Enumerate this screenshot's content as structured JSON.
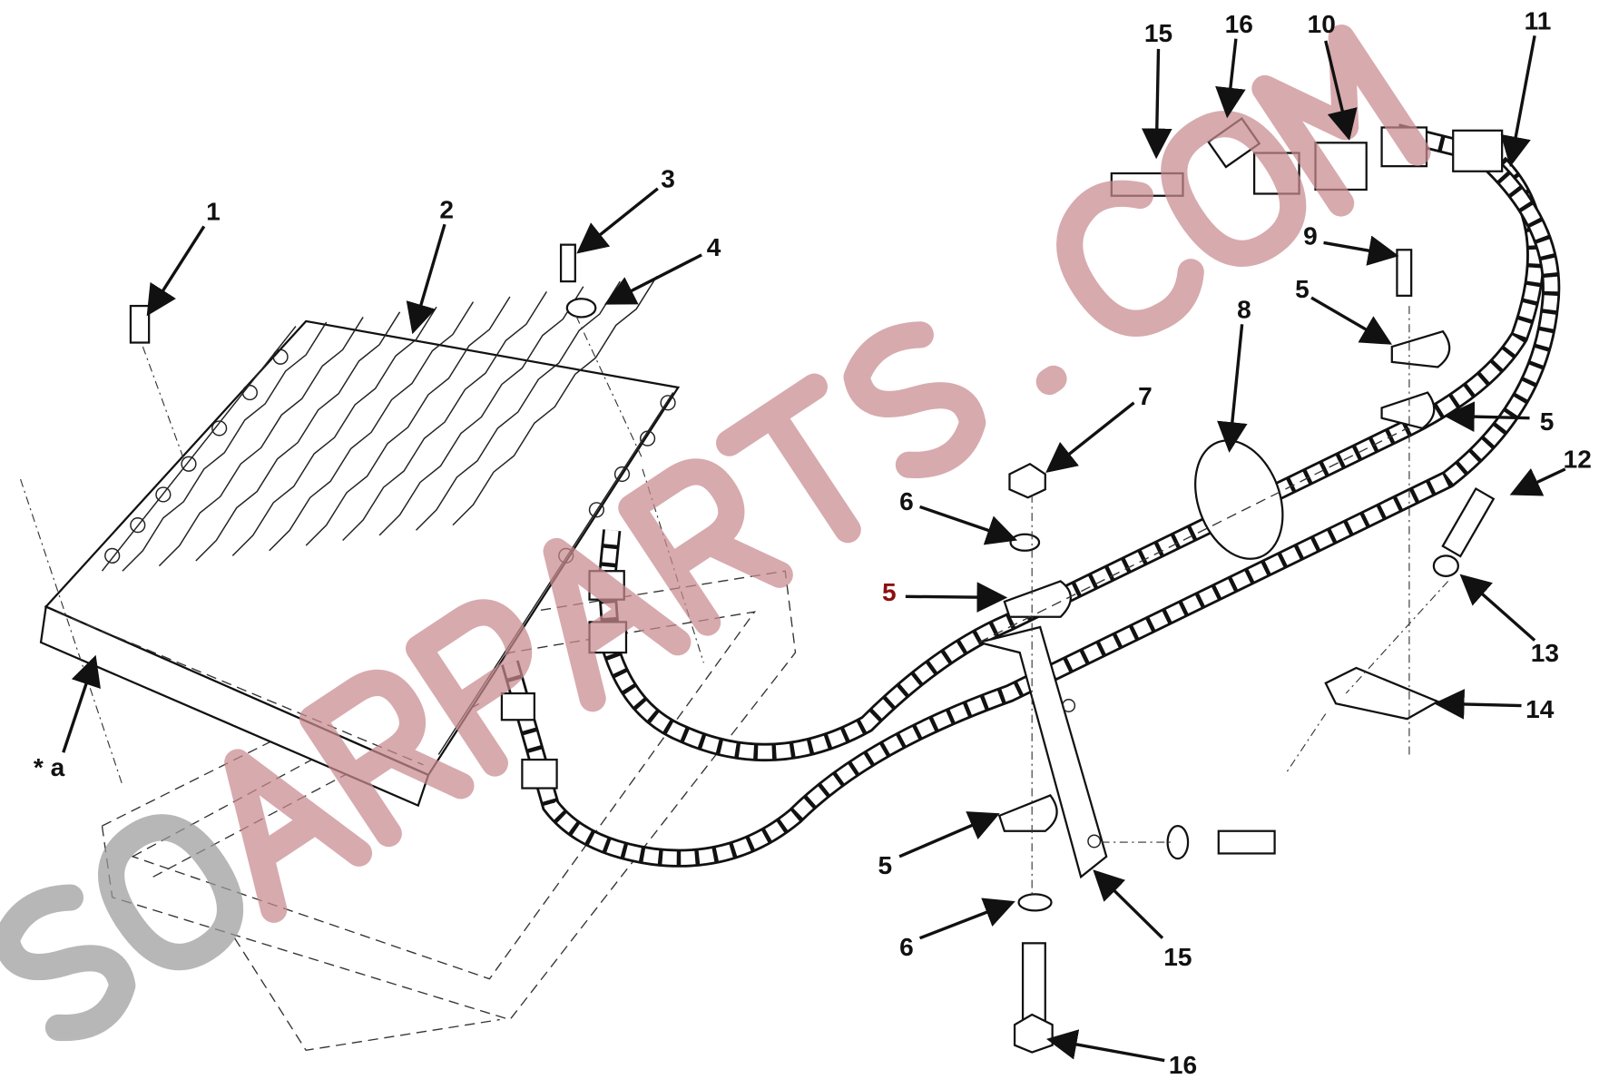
{
  "figure": {
    "callouts": [
      {
        "label": "1"
      },
      {
        "label": "2"
      },
      {
        "label": "3"
      },
      {
        "label": "4"
      },
      {
        "label": "5"
      },
      {
        "label": "6"
      },
      {
        "label": "7"
      },
      {
        "label": "8"
      },
      {
        "label": "9"
      },
      {
        "label": "5"
      },
      {
        "label": "5"
      },
      {
        "label": "10"
      },
      {
        "label": "11"
      },
      {
        "label": "12"
      },
      {
        "label": "13"
      },
      {
        "label": "14"
      },
      {
        "label": "15"
      },
      {
        "label": "16"
      },
      {
        "label": "5"
      },
      {
        "label": "6"
      },
      {
        "label": "15"
      },
      {
        "label": "16"
      },
      {
        "label": "* a"
      }
    ]
  },
  "watermark": {
    "text": "SOARPARTS.COM",
    "color_primary": "#c98a8f",
    "color_secondary": "#9c9c9c"
  }
}
